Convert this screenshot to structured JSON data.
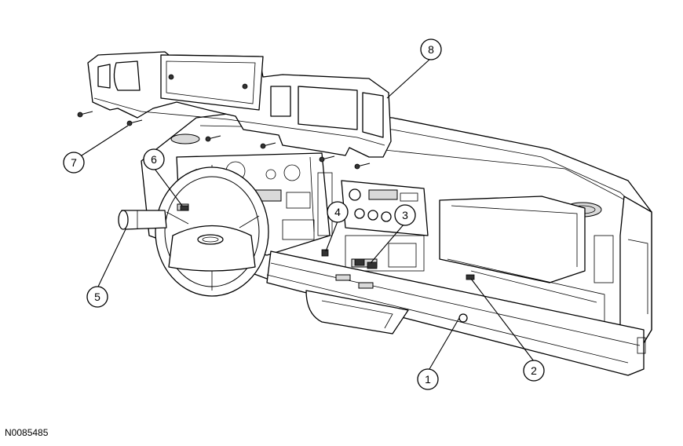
{
  "figure_id": "N0085485",
  "callouts": [
    {
      "label": "1",
      "part": "instrument-panel-lower-trim"
    },
    {
      "label": "2",
      "part": "passenger-side-connector"
    },
    {
      "label": "3",
      "part": "center-connectors"
    },
    {
      "label": "4",
      "part": "center-connector"
    },
    {
      "label": "5",
      "part": "steering-column-cover"
    },
    {
      "label": "6",
      "part": "steering-column-connector"
    },
    {
      "label": "7",
      "part": "finish-panel-screws"
    },
    {
      "label": "8",
      "part": "instrument-panel-finish-panel"
    }
  ]
}
